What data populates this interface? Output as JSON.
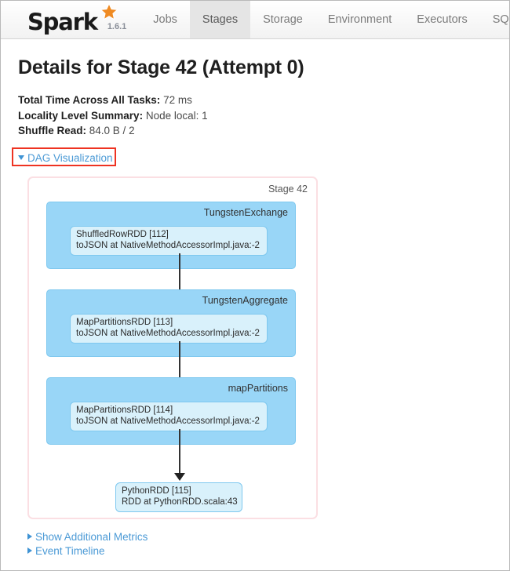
{
  "navbar": {
    "brand_name": "Spark",
    "brand_icon": "star-icon",
    "version": "1.6.1",
    "tabs": [
      {
        "label": "Jobs",
        "active": false
      },
      {
        "label": "Stages",
        "active": true
      },
      {
        "label": "Storage",
        "active": false
      },
      {
        "label": "Environment",
        "active": false
      },
      {
        "label": "Executors",
        "active": false
      },
      {
        "label": "SQL",
        "active": false
      }
    ]
  },
  "page": {
    "title": "Details for Stage 42 (Attempt 0)",
    "summary": [
      {
        "label": "Total Time Across All Tasks:",
        "value": "72 ms"
      },
      {
        "label": "Locality Level Summary:",
        "value": "Node local: 1"
      },
      {
        "label": "Shuffle Read:",
        "value": "84.0 B / 2"
      }
    ]
  },
  "dag": {
    "toggle_label": "DAG Visualization",
    "stage_label": "Stage 42",
    "annotation_color": "#ee3322",
    "node_color": "#99d6f7",
    "rdd_color": "#d9f1fb",
    "container_border_color": "#fbdfe3",
    "nodes": [
      {
        "op": "TungstenExchange",
        "rdd_name": "ShuffledRowRDD [112]",
        "rdd_call": "toJSON at NativeMethodAccessorImpl.java:-2"
      },
      {
        "op": "TungstenAggregate",
        "rdd_name": "MapPartitionsRDD [113]",
        "rdd_call": "toJSON at NativeMethodAccessorImpl.java:-2"
      },
      {
        "op": "mapPartitions",
        "rdd_name": "MapPartitionsRDD [114]",
        "rdd_call": "toJSON at NativeMethodAccessorImpl.java:-2"
      }
    ],
    "terminal_rdd": {
      "rdd_name": "PythonRDD [115]",
      "rdd_call": "RDD at PythonRDD.scala:43"
    }
  },
  "bottom_links": [
    {
      "label": "Show Additional Metrics"
    },
    {
      "label": "Event Timeline"
    }
  ]
}
